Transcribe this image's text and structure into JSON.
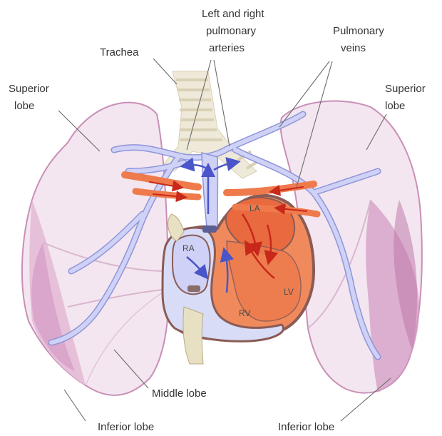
{
  "labels": {
    "left_right_pulmonary_line1": "Left and right",
    "left_right_pulmonary_line2": "pulmonary",
    "left_right_pulmonary_line3": "arteries",
    "trachea": "Trachea",
    "pulmonary_veins_line1": "Pulmonary",
    "pulmonary_veins_line2": "veins",
    "superior_lobe_left_line1": "Superior",
    "superior_lobe_left_line2": "lobe",
    "superior_lobe_right_line1": "Superior",
    "superior_lobe_right_line2": "lobe",
    "middle_lobe": "Middle lobe",
    "inferior_lobe_left": "Inferior lobe",
    "inferior_lobe_right": "Inferior lobe"
  },
  "chambers": {
    "ra": "RA",
    "la": "LA",
    "rv": "RV",
    "lv": "LV"
  },
  "colors": {
    "lung_fill": "#f3e6f0",
    "lung_edge": "#c98fb7",
    "lobe_dark": "#d49bc4",
    "vein_blue": "#c9cdf5",
    "vein_outline": "#8f95d8",
    "artery_orange": "#ef7a4c",
    "heart_left": "#f08a5c",
    "heart_right": "#d8dcf7",
    "heart_outline": "#8a5b55",
    "trachea": "#eee9d8",
    "arrow_blue": "#4a55c9",
    "arrow_red": "#c8281a"
  }
}
